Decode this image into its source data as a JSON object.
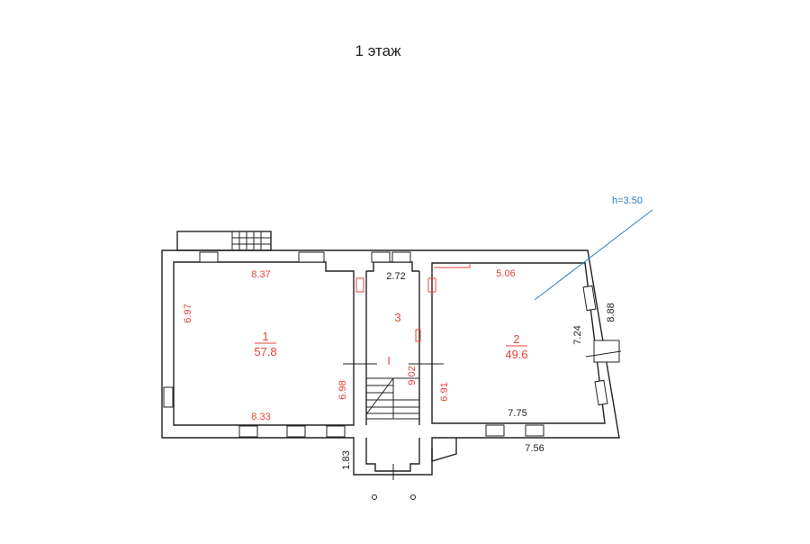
{
  "title": "1 этаж",
  "height_note": "h=3.50",
  "rooms": [
    {
      "number": "1",
      "area": "57.8"
    },
    {
      "number": "2",
      "area": "49.6"
    },
    {
      "number": "3"
    }
  ],
  "stair_label": "I",
  "dimensions": {
    "room1_top": "8.37",
    "room1_bottom": "8.33",
    "room1_left": "6.97",
    "room1_right": "6.98",
    "corridor_width": "2.72",
    "corridor_length": "9.02",
    "room2_top": "5.06",
    "room2_left": "6.91",
    "room2_right": "7.24",
    "room2_bottom": "7.75",
    "outer_bottom_right": "7.56",
    "outer_right": "8.88",
    "vestibule": "1.83"
  },
  "colors": {
    "dimension_red": "#e8443a",
    "note_blue": "#2a7fc4",
    "wall": "#222222"
  }
}
